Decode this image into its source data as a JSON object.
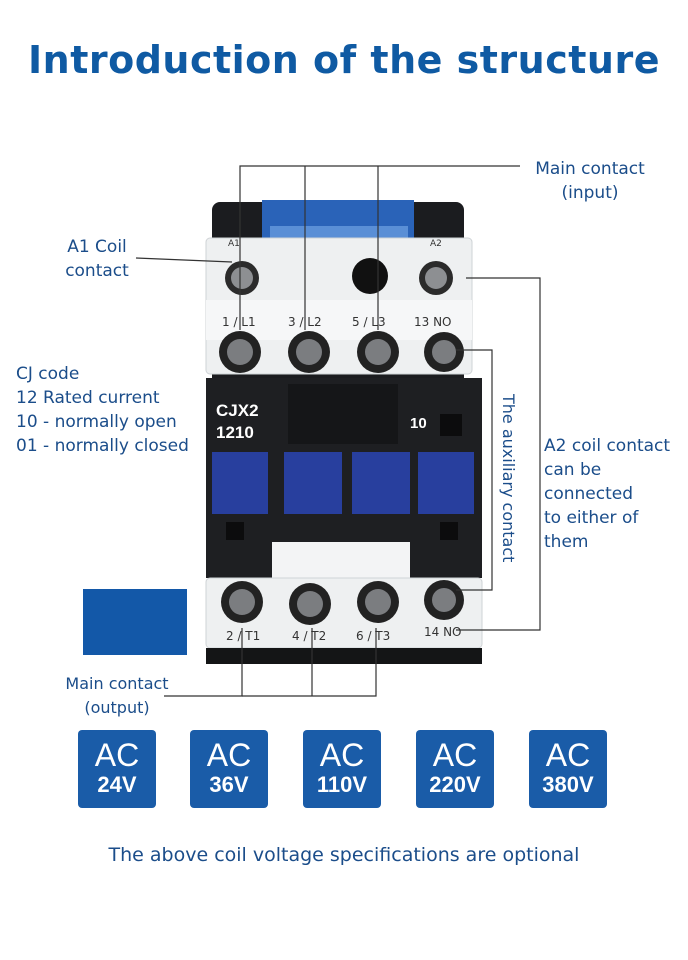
{
  "title": "Introduction of the structure",
  "callouts": {
    "main_contact_input": [
      "Main contact",
      "(input)"
    ],
    "a1_coil": [
      "A1 Coil",
      "contact"
    ],
    "cj_code": [
      "CJ code",
      "12 Rated current",
      "10 - normally open",
      "01 - normally closed"
    ],
    "auxiliary_contact": "The auxiliary contact",
    "a2_coil": [
      "A2 coil contact",
      "can be connected",
      "to either of them"
    ],
    "main_contact_output": [
      "Main contact",
      "(output)"
    ]
  },
  "device": {
    "top_terminals": [
      "1 / L1",
      "3 / L2",
      "5 / L3",
      "13 NO"
    ],
    "bottom_terminals": [
      "2 / T1",
      "4 / T2",
      "6 / T3",
      "14 NO"
    ],
    "model_line1": "CJX2",
    "model_line2": "1210",
    "aux_number": "10",
    "coil_markers": [
      "A1",
      "A2"
    ],
    "body_color": "#1e1f22",
    "button_color": "#283f9e"
  },
  "voltages": [
    {
      "top": "AC",
      "bottom": "24V"
    },
    {
      "top": "AC",
      "bottom": "36V"
    },
    {
      "top": "AC",
      "bottom": "110V"
    },
    {
      "top": "AC",
      "bottom": "220V"
    },
    {
      "top": "AC",
      "bottom": "380V"
    }
  ],
  "footer_text": "The above coil voltage specifications are optional",
  "colors": {
    "title": "#0f5aa3",
    "text": "#1b4d8a",
    "badge": "#1a5ca8"
  }
}
